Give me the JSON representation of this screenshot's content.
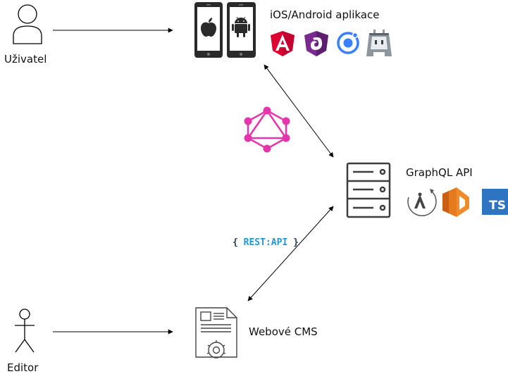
{
  "actors": {
    "user": {
      "label": "Uživatel"
    },
    "editor": {
      "label": "Editor"
    }
  },
  "nodes": {
    "mobile_app": {
      "label": "iOS/Android aplikace"
    },
    "api": {
      "label": "GraphQL API"
    },
    "cms": {
      "label": "Webové CMS"
    }
  },
  "connections": {
    "rest_api": {
      "open": "{",
      "label": "REST:API",
      "close": "}"
    }
  },
  "badges": {
    "typescript": {
      "text": "TS"
    }
  },
  "icons": {
    "mobile_tech": [
      "apple-icon",
      "android-icon",
      "angular-icon",
      "ngrx-icon",
      "ionic-icon",
      "cordova-icon"
    ],
    "transport": [
      "graphql-icon"
    ],
    "api_tech": [
      "apollo-icon",
      "aws-lambda-icon",
      "typescript-icon"
    ],
    "cms": [
      "document-gear-icon"
    ]
  },
  "colors": {
    "graphql": "#e535ab",
    "angular": "#dd0031",
    "ngrx": "#7b2a8f",
    "ionic": "#3880ff",
    "aws_lambda": "#e67a1f",
    "typescript": "#2f74c0",
    "rest": "#1a9ad6"
  }
}
